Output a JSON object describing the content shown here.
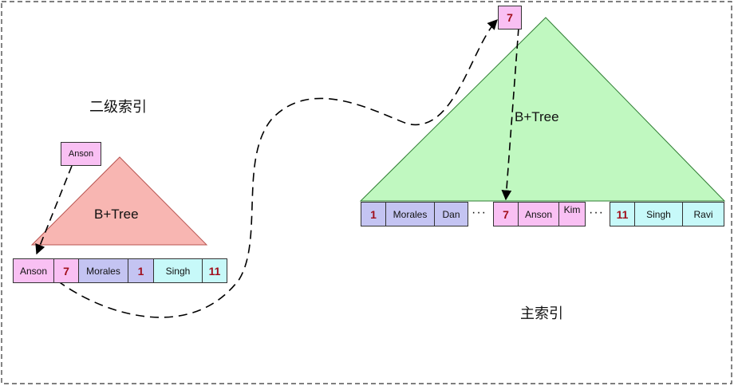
{
  "colors": {
    "pink": "#f9c0f3",
    "lavender": "#c4c4f2",
    "cyan": "#c7f9f9",
    "salmon_tree": "#f8b6b2",
    "green_tree": "#c0f8c0",
    "key_number": "#a10f1c"
  },
  "secondary_index": {
    "title": "二级索引",
    "tree_label": "B+Tree",
    "search_key": "Anson",
    "leaf": [
      {
        "text": "Anson"
      },
      {
        "text": "7"
      },
      {
        "text": "Morales"
      },
      {
        "text": "1"
      },
      {
        "text": "Singh"
      },
      {
        "text": "11"
      }
    ]
  },
  "primary_index": {
    "title": "主索引",
    "tree_label": "B+Tree",
    "search_key": "7",
    "ellipsis": "···",
    "leaf": [
      {
        "text": "1"
      },
      {
        "text": "Morales"
      },
      {
        "text": "Dan"
      },
      {
        "text": "7"
      },
      {
        "text": "Anson"
      },
      {
        "text": "Kim"
      },
      {
        "text": "11"
      },
      {
        "text": "Singh"
      },
      {
        "text": "Ravi"
      }
    ]
  }
}
